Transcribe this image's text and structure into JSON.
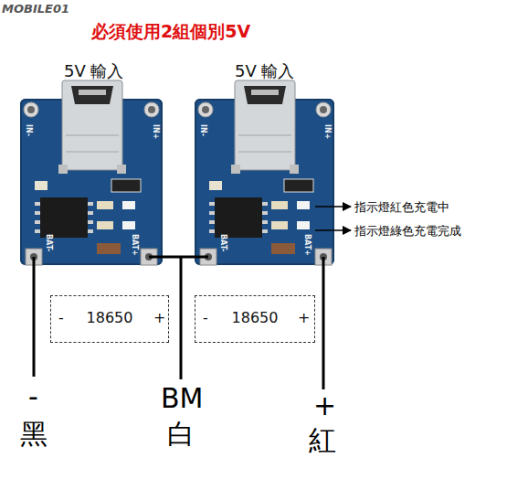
{
  "diagram": {
    "title": "必須使用2組個別5V",
    "nodes": [
      {
        "text": [
          "5V 輸入",
          "IN-",
          "IN+",
          "BAT-",
          "BAT+"
        ]
      },
      {
        "text": [
          "5V 輸入",
          "IN-",
          "IN+",
          "BAT-",
          "BAT+"
        ]
      },
      {
        "text": [
          "-",
          "18650",
          "+"
        ]
      },
      {
        "text": [
          "-",
          "18650",
          "+"
        ]
      }
    ],
    "edges": [
      {
        "from": 0,
        "to": 1,
        "arrow": "none"
      }
    ],
    "labels": [
      "MOBILE01",
      "指示燈紅色充電中",
      "指示燈綠色充電完成",
      "-",
      "黑",
      "BM",
      "白",
      "+",
      "紅"
    ]
  }
}
